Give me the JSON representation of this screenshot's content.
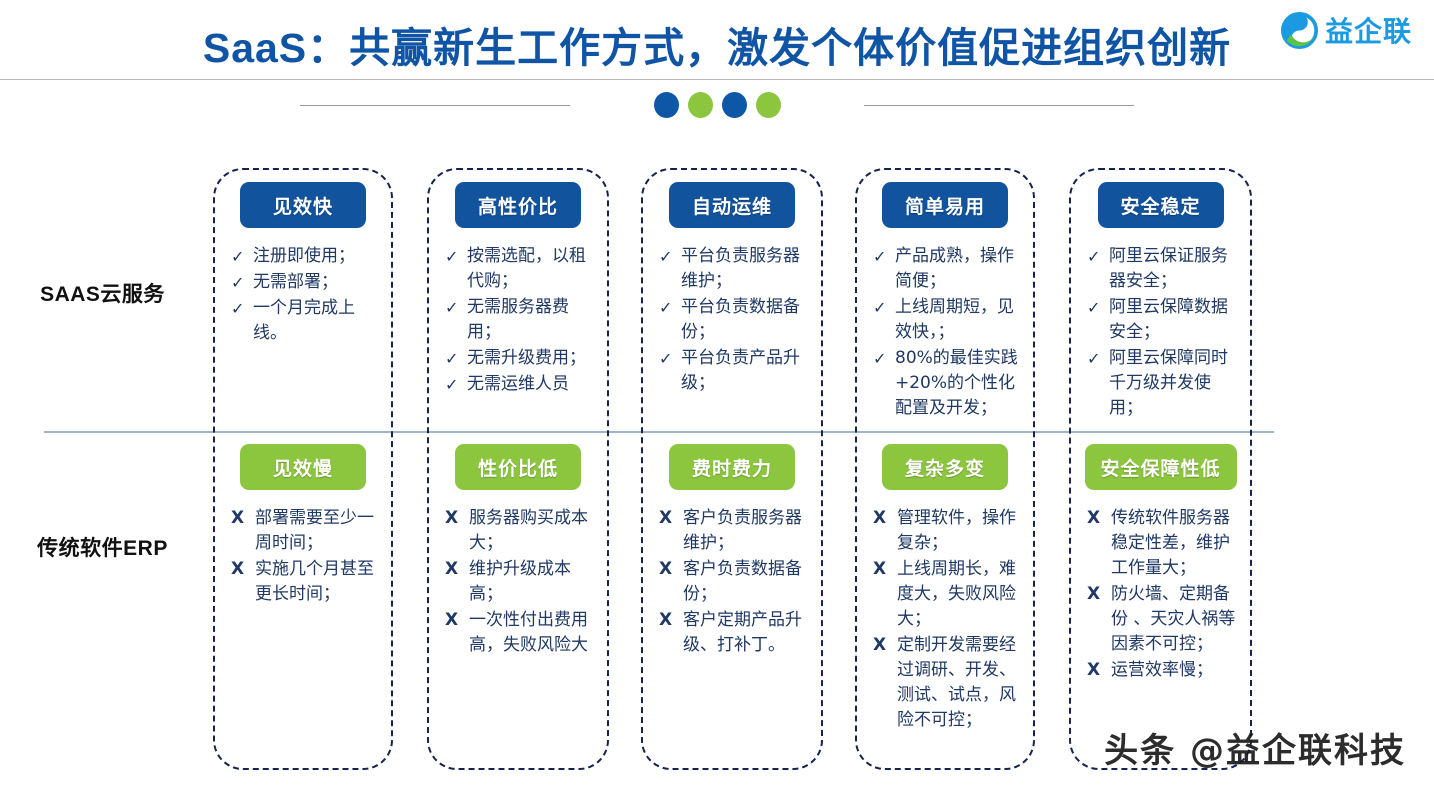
{
  "header": {
    "title": "SaaS：共赢新生工作方式，激发个体价值促进组织创新",
    "logo_text": "益企联",
    "logo_icon": "swirl-circle-icon",
    "dots": [
      "blue",
      "green",
      "blue",
      "green"
    ]
  },
  "colors": {
    "title_blue": "#1055a5",
    "pill_blue": "#11539d",
    "pill_green": "#8cc63e",
    "card_border": "#16244d",
    "bullet_text": "#1f3864",
    "divider": "#9fb4cc",
    "logo_blue": "#1a9ae0"
  },
  "rows": {
    "top_label": "SAAS云服务",
    "bottom_label": "传统软件ERP"
  },
  "columns": [
    {
      "top": {
        "pill": "见效快",
        "bullets": [
          {
            "mark": "✓",
            "text": "注册即使用；"
          },
          {
            "mark": "✓",
            "text": "无需部署；"
          },
          {
            "mark": "✓",
            "text": "一个月完成上线。"
          }
        ]
      },
      "bottom": {
        "pill": "见效慢",
        "bullets": [
          {
            "mark": "X",
            "text": "部署需要至少一周时间；"
          },
          {
            "mark": "X",
            "text": "实施几个月甚至更长时间；"
          }
        ]
      }
    },
    {
      "top": {
        "pill": "高性价比",
        "bullets": [
          {
            "mark": "✓",
            "text": "按需选配，以租代购；"
          },
          {
            "mark": "✓",
            "text": "无需服务器费用；"
          },
          {
            "mark": "✓",
            "text": "无需升级费用；"
          },
          {
            "mark": "✓",
            "text": "无需运维人员"
          }
        ]
      },
      "bottom": {
        "pill": "性价比低",
        "bullets": [
          {
            "mark": "X",
            "text": "服务器购买成本大；"
          },
          {
            "mark": "X",
            "text": "维护升级成本高；"
          },
          {
            "mark": "X",
            "text": "一次性付出费用高，失败风险大"
          }
        ]
      }
    },
    {
      "top": {
        "pill": "自动运维",
        "bullets": [
          {
            "mark": "✓",
            "text": "平台负责服务器维护；"
          },
          {
            "mark": "✓",
            "text": "平台负责数据备份；"
          },
          {
            "mark": "✓",
            "text": "平台负责产品升级；"
          }
        ]
      },
      "bottom": {
        "pill": "费时费力",
        "bullets": [
          {
            "mark": "X",
            "text": "客户负责服务器维护；"
          },
          {
            "mark": "X",
            "text": "客户负责数据备份；"
          },
          {
            "mark": "X",
            "text": "客户定期产品升级、打补丁。"
          }
        ]
      }
    },
    {
      "top": {
        "pill": "简单易用",
        "bullets": [
          {
            "mark": "✓",
            "text": "产品成熟，操作简便；"
          },
          {
            "mark": "✓",
            "text": "上线周期短，见效快，；"
          },
          {
            "mark": "✓",
            "text": "80%的最佳实践+20%的个性化配置及开发；"
          }
        ]
      },
      "bottom": {
        "pill": "复杂多变",
        "bullets": [
          {
            "mark": "X",
            "text": "管理软件，操作复杂；"
          },
          {
            "mark": "X",
            "text": "上线周期长，难度大，失败风险大；"
          },
          {
            "mark": "X",
            "text": "定制开发需要经过调研、开发、测试、试点，风险不可控；"
          }
        ]
      }
    },
    {
      "top": {
        "pill": "安全稳定",
        "bullets": [
          {
            "mark": "✓",
            "text": "阿里云保证服务器安全；"
          },
          {
            "mark": "✓",
            "text": "阿里云保障数据安全；"
          },
          {
            "mark": "✓",
            "text": "阿里云保障同时千万级并发使用；"
          }
        ]
      },
      "bottom": {
        "pill": "安全保障性低",
        "bullets": [
          {
            "mark": "X",
            "text": "传统软件服务器稳定性差，维护工作量大；"
          },
          {
            "mark": "X",
            "text": "防火墙、定期备份 、天灾人祸等因素不可控；"
          },
          {
            "mark": "X",
            "text": "运营效率慢；"
          }
        ]
      }
    }
  ],
  "watermark": "头条 @益企联科技"
}
